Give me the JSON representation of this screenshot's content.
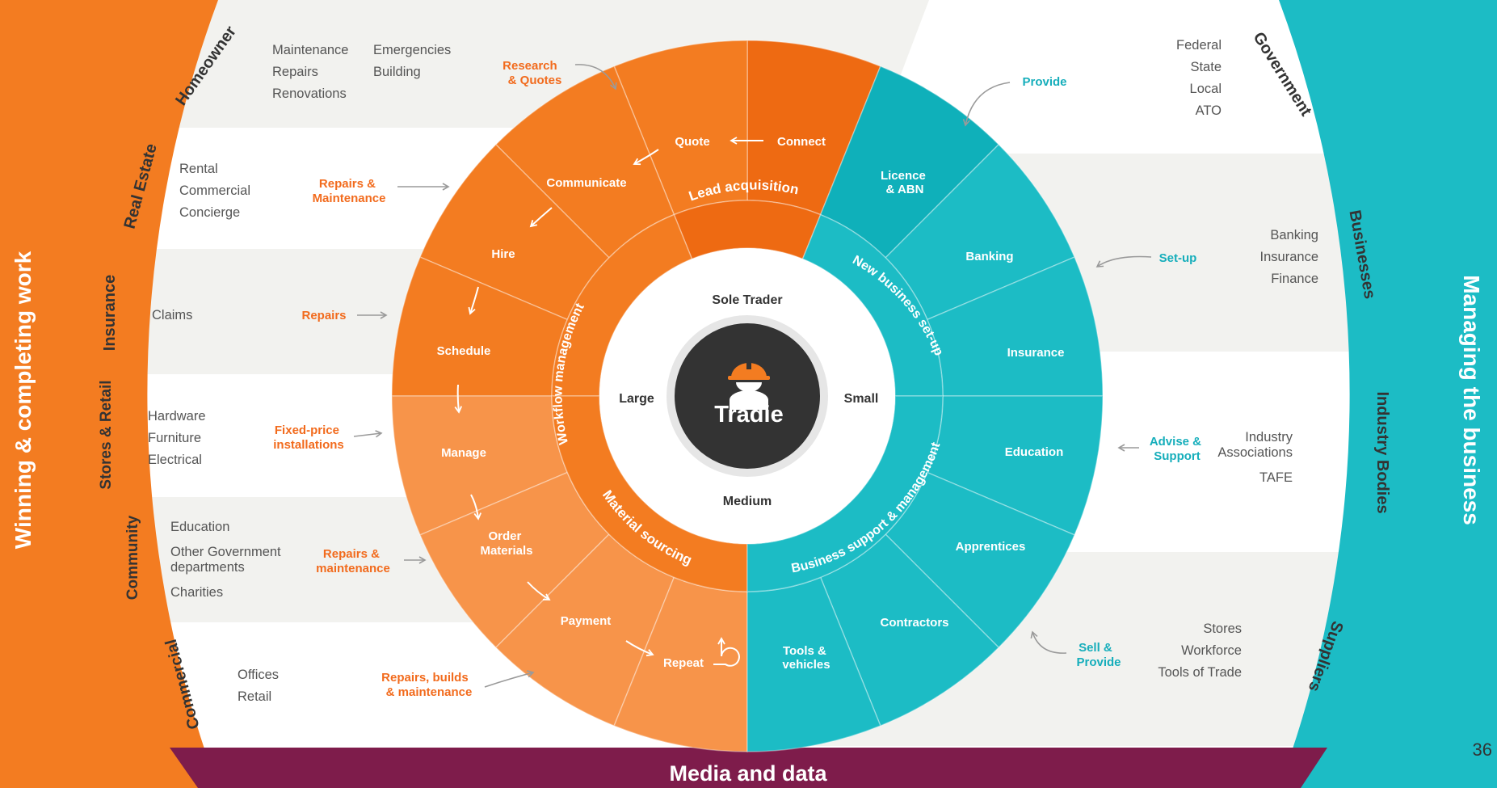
{
  "colors": {
    "orange": "#f37c21",
    "orange_light": "#f7944a",
    "orange_dark": "#ee6a12",
    "teal": "#1cbcc5",
    "teal_dark": "#0fb0ba",
    "maroon": "#7e1c4b",
    "hub": "#333333",
    "band_grey": "#f2f2ef",
    "label_grey": "#555555",
    "accent_orange_text": "#f26b1d",
    "accent_teal_text": "#16aebb"
  },
  "side_labels": {
    "left": "Winning & completing work",
    "right": "Managing the business",
    "bottom": "Media and data"
  },
  "page_number": "36",
  "hub": {
    "title": "Tradie",
    "icon": "worker-hardhat-icon",
    "sizes": {
      "top": "Sole Trader",
      "left": "Large",
      "right": "Small",
      "bottom": "Medium"
    }
  },
  "middle_ring": {
    "lead": "Lead acquisition",
    "workflow": "Workflow management",
    "material": "Material sourcing",
    "newbiz": "New business set-up",
    "support": "Business support & management"
  },
  "outer_ring": {
    "connect": "Connect",
    "quote": "Quote",
    "communicate": "Communicate",
    "hire": "Hire",
    "schedule": "Schedule",
    "manage": "Manage",
    "order": [
      "Order",
      "Materials"
    ],
    "payment": "Payment",
    "repeat": "Repeat",
    "licence": [
      "Licence",
      "& ABN"
    ],
    "banking": "Banking",
    "insurance": "Insurance",
    "education": "Education",
    "apprentices": "Apprentices",
    "contractors": "Contractors",
    "tools": [
      "Tools &",
      "vehicles"
    ]
  },
  "left_segments": [
    {
      "name": "Homeowner",
      "items": [
        "Maintenance",
        "Repairs",
        "Renovations",
        "Emergencies",
        "Building"
      ],
      "action": [
        "Research",
        "& Quotes"
      ]
    },
    {
      "name": "Real Estate",
      "items": [
        "Rental",
        "Commercial",
        "Concierge"
      ],
      "action": [
        "Repairs &",
        "Maintenance"
      ]
    },
    {
      "name": "Insurance",
      "items": [
        "Claims"
      ],
      "action": [
        "Repairs"
      ]
    },
    {
      "name": "Stores & Retail",
      "items": [
        "Hardware",
        "Furniture",
        "Electrical"
      ],
      "action": [
        "Fixed-price",
        "installations"
      ]
    },
    {
      "name": "Community",
      "items": [
        "Education",
        "Other Government",
        "departments",
        "Charities"
      ],
      "action": [
        "Repairs &",
        "maintenance"
      ]
    },
    {
      "name": "Commercial",
      "items": [
        "Offices",
        "Retail"
      ],
      "action": [
        "Repairs, builds",
        "& maintenance"
      ]
    }
  ],
  "right_segments": [
    {
      "name": "Government",
      "items": [
        "Federal",
        "State",
        "Local",
        "ATO"
      ],
      "action": [
        "Provide"
      ]
    },
    {
      "name": "Businesses",
      "items": [
        "Banking",
        "Insurance",
        "Finance"
      ],
      "action": [
        "Set-up"
      ]
    },
    {
      "name": "Industry Bodies",
      "items": [
        "Industry",
        "Associations",
        "TAFE"
      ],
      "action": [
        "Advise &",
        "Support"
      ]
    },
    {
      "name": "Suppliers",
      "items": [
        "Stores",
        "Workforce",
        "Tools of Trade"
      ],
      "action": [
        "Sell &",
        "Provide"
      ]
    }
  ]
}
